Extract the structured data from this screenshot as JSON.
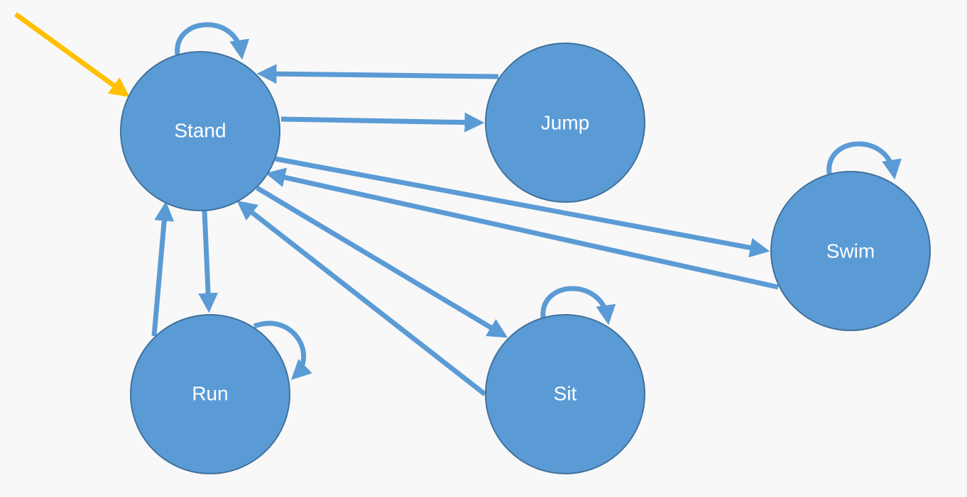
{
  "colors": {
    "background": "#f8f8f8",
    "node_fill": "#5b9bd5",
    "node_stroke": "#41719c",
    "edge": "#5b9bd5",
    "start_arrow": "#ffc000",
    "label": "#ffffff"
  },
  "diagram": {
    "type": "state-machine",
    "initial_state": "Stand",
    "states": [
      {
        "id": "stand",
        "label": "Stand"
      },
      {
        "id": "jump",
        "label": "Jump"
      },
      {
        "id": "swim",
        "label": "Swim"
      },
      {
        "id": "run",
        "label": "Run"
      },
      {
        "id": "sit",
        "label": "Sit"
      }
    ],
    "transitions": [
      {
        "from": "start",
        "to": "stand"
      },
      {
        "from": "stand",
        "to": "stand"
      },
      {
        "from": "stand",
        "to": "jump"
      },
      {
        "from": "jump",
        "to": "stand"
      },
      {
        "from": "stand",
        "to": "swim"
      },
      {
        "from": "swim",
        "to": "stand"
      },
      {
        "from": "swim",
        "to": "swim"
      },
      {
        "from": "stand",
        "to": "run"
      },
      {
        "from": "run",
        "to": "stand"
      },
      {
        "from": "run",
        "to": "run"
      },
      {
        "from": "stand",
        "to": "sit"
      },
      {
        "from": "sit",
        "to": "stand"
      },
      {
        "from": "sit",
        "to": "sit"
      }
    ]
  }
}
